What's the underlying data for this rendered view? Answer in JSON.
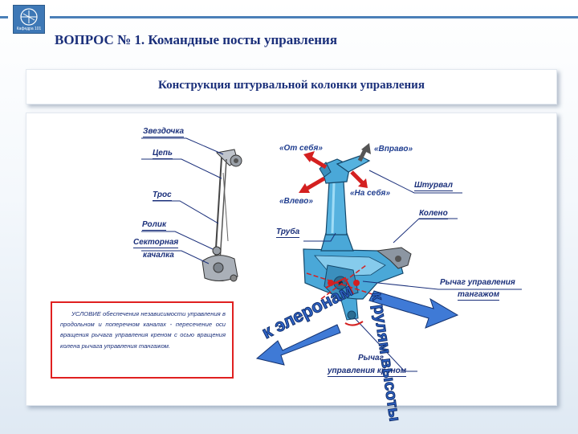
{
  "header": {
    "logo_text": "Кафедра 101",
    "title": "ВОПРОС № 1. Командные посты управления"
  },
  "panel": {
    "title": "Конструкция штурвальной колонки управления"
  },
  "diagram": {
    "left_labels": {
      "sprocket": "Звездочка",
      "chain": "Цепь",
      "cable": "Трос",
      "roller": "Ролик",
      "sector_rocker_1": "Секторная",
      "sector_rocker_2": "качалка"
    },
    "directions": {
      "from_self": "«От себя»",
      "right": "«Вправо»",
      "left": "«Влево»",
      "to_self": "«На себя»"
    },
    "right_labels": {
      "wheel": "Штурвал",
      "elbow": "Колено",
      "tube": "Труба",
      "pitch_lever_1": "Рычаг управления",
      "pitch_lever_2": "тангажом",
      "roll_lever_1": "Рычаг",
      "roll_lever_2": "управления креном"
    },
    "arrows": {
      "ailerons": "к элеронам",
      "elevators": "к рулям высоты"
    },
    "condition": "УСЛОВИЕ обеспечения независимости управления в продольном и поперечном каналах - пересечение оси вращения рычага управления креном с осью вращения колена рычага управления тангажом.",
    "colors": {
      "part_blue": "#4aa8d8",
      "arrow_red": "#d42020",
      "text_navy": "#1a2f7a"
    }
  }
}
